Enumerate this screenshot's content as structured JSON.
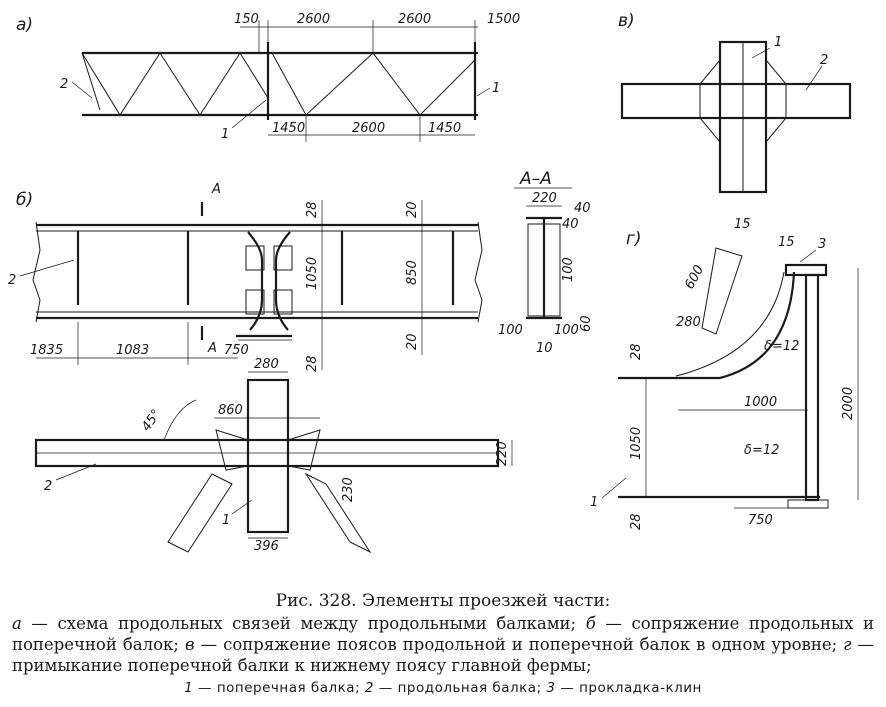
{
  "panels": {
    "a": {
      "label": "а)",
      "dims_top": [
        "150",
        "2600",
        "2600",
        "1500"
      ],
      "dims_bottom": [
        "1450",
        "2600",
        "1450"
      ],
      "callouts": [
        "2",
        "1",
        "1"
      ]
    },
    "b": {
      "label": "б)",
      "section_marks": [
        "А",
        "А"
      ],
      "dims_vertical": [
        "28",
        "1050",
        "20",
        "850",
        "20",
        "28"
      ],
      "dims_bottom": [
        "1835",
        "1083",
        "750"
      ],
      "callouts": [
        "2"
      ]
    },
    "aa": {
      "title": "А–А",
      "dims": [
        "220",
        "40",
        "40",
        "100",
        "100",
        "100",
        "60",
        "10"
      ]
    },
    "v": {
      "label": "в)",
      "callouts": [
        "1",
        "2"
      ]
    },
    "g": {
      "label": "г)",
      "dims": [
        "15",
        "15",
        "600",
        "280",
        "28",
        "1000",
        "1050",
        "2000",
        "28",
        "750"
      ],
      "plate_notes": [
        "δ=12",
        "δ=12"
      ],
      "callouts": [
        "3",
        "1"
      ]
    },
    "plan": {
      "dims": [
        "280",
        "860",
        "45°",
        "220",
        "230",
        "396"
      ],
      "callouts": [
        "2",
        "1"
      ]
    }
  },
  "caption": {
    "title": "Рис. 328. Элементы проезжей части:",
    "items": [
      {
        "letter": "а",
        "text": " — схема продольных связей между продольными балками; "
      },
      {
        "letter": "б",
        "text": " — сопряжение продольных и поперечной балок; "
      },
      {
        "letter": "в",
        "text": " — сопряжение поясов продольной и поперечной балок в одном уровне; "
      },
      {
        "letter": "г",
        "text": " — примыкание поперечной балки к нижнему поясу главной фермы;"
      }
    ],
    "legend": [
      {
        "num": "1",
        "text": " — поперечная балка; "
      },
      {
        "num": "2",
        "text": " — продольная балка; "
      },
      {
        "num": "3",
        "text": " — прокладка-клин"
      }
    ]
  }
}
